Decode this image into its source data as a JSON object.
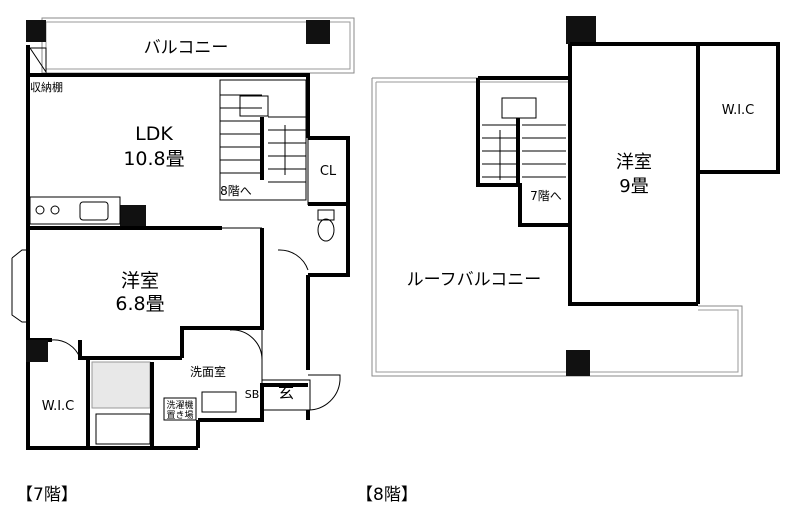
{
  "floor7": {
    "caption": "【7階】",
    "balcony": "バルコニー",
    "storage": "収納棚",
    "ldk_name": "LDK",
    "ldk_size": "10.8畳",
    "stairs_to": "8階へ",
    "closet": "CL",
    "western_name": "洋室",
    "western_size": "6.8畳",
    "washroom": "洗面室",
    "shoebox": "SB",
    "entrance": "玄",
    "washer_line1": "洗濯機",
    "washer_line2": "置き場",
    "wic": "W.I.C"
  },
  "floor8": {
    "caption": "【8階】",
    "roof_balcony": "ルーフバルコニー",
    "western_name": "洋室",
    "western_size": "9畳",
    "stairs_to": "7階へ",
    "wic": "W.I.C"
  }
}
